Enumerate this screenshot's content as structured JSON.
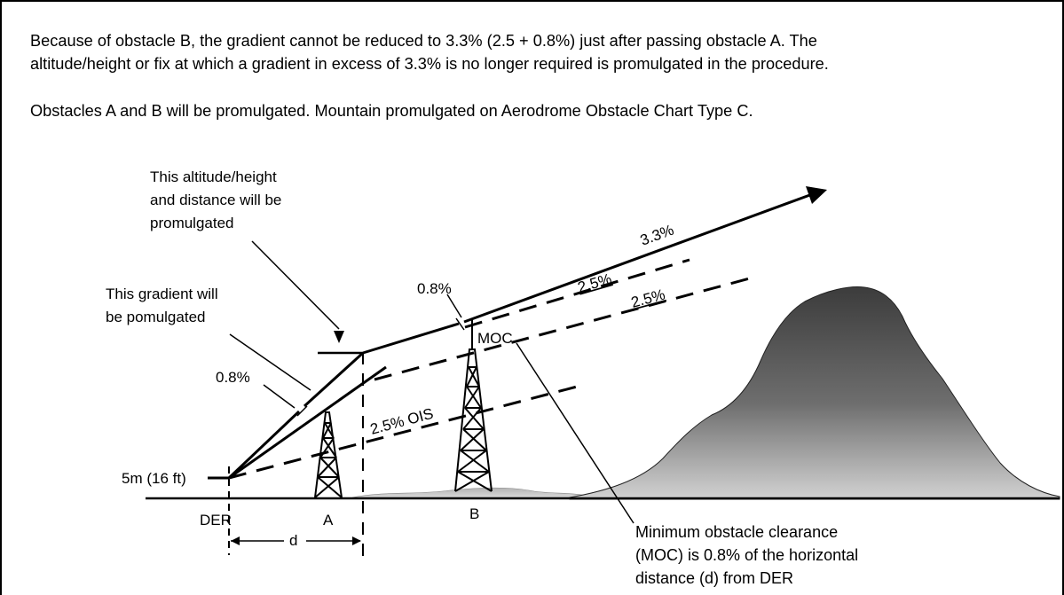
{
  "text": {
    "line1": "Because of obstacle B, the gradient cannot be reduced to 3.3% (2.5 + 0.8%) just after passing obstacle A. The",
    "line2": "altitude/height or fix at which a gradient in excess of 3.3% is no longer required is promulgated in the procedure.",
    "line3": "Obstacles A and B will be promulgated. Mountain promulgated on Aerodrome Obstacle Chart Type C."
  },
  "callouts": {
    "alt_height": [
      "This altitude/height",
      "and distance will be",
      "promulgated"
    ],
    "gradient": [
      "This gradient will",
      "be pomulgated"
    ],
    "moc_def": [
      "Minimum obstacle clearance",
      "(MOC) is 0.8% of the horizontal",
      "distance (d) from DER"
    ]
  },
  "labels": {
    "pct_3_3": "3.3%",
    "pct_2_5_upper": "2.5%",
    "pct_2_5_lower": "2.5%",
    "pct_0_8_top": "0.8%",
    "pct_0_8_left": "0.8%",
    "moc": "MOC",
    "ois": "2.5% OIS",
    "height": "5m (16 ft)",
    "der": "DER",
    "obstacle_a": "A",
    "obstacle_b": "B",
    "distance": "d"
  },
  "colors": {
    "ink": "#000000",
    "background": "#ffffff",
    "mountain_peak": "#3c3c3c",
    "mountain_base": "#d2d2d2"
  }
}
